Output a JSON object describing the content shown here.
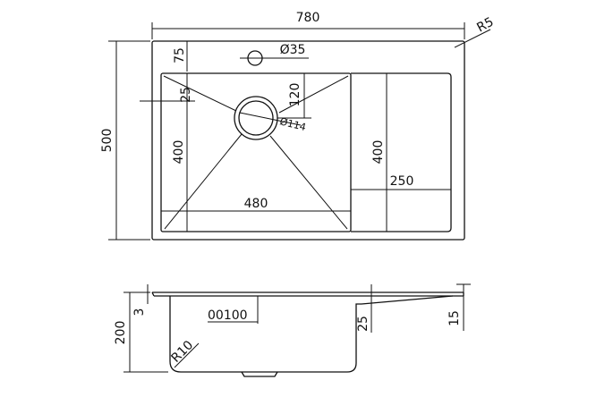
{
  "top_view": {
    "overall_width": "780",
    "corner_radius": "R5",
    "overall_height": "500",
    "tap_hole_offset": "75",
    "tap_hole_diameter": "Ø35",
    "bowl_edge_offset": "25",
    "drain_offset": "120",
    "drain_diameter": "Ø114",
    "bowl_height": "400",
    "bowl_width": "480",
    "drainboard_height": "400",
    "drainboard_width": "250"
  },
  "side_view": {
    "depth": "200",
    "rim_thickness": "3",
    "overflow_label": "00100",
    "bowl_edge_height": "25",
    "drainboard_step": "15",
    "bottom_radius": "R10"
  }
}
